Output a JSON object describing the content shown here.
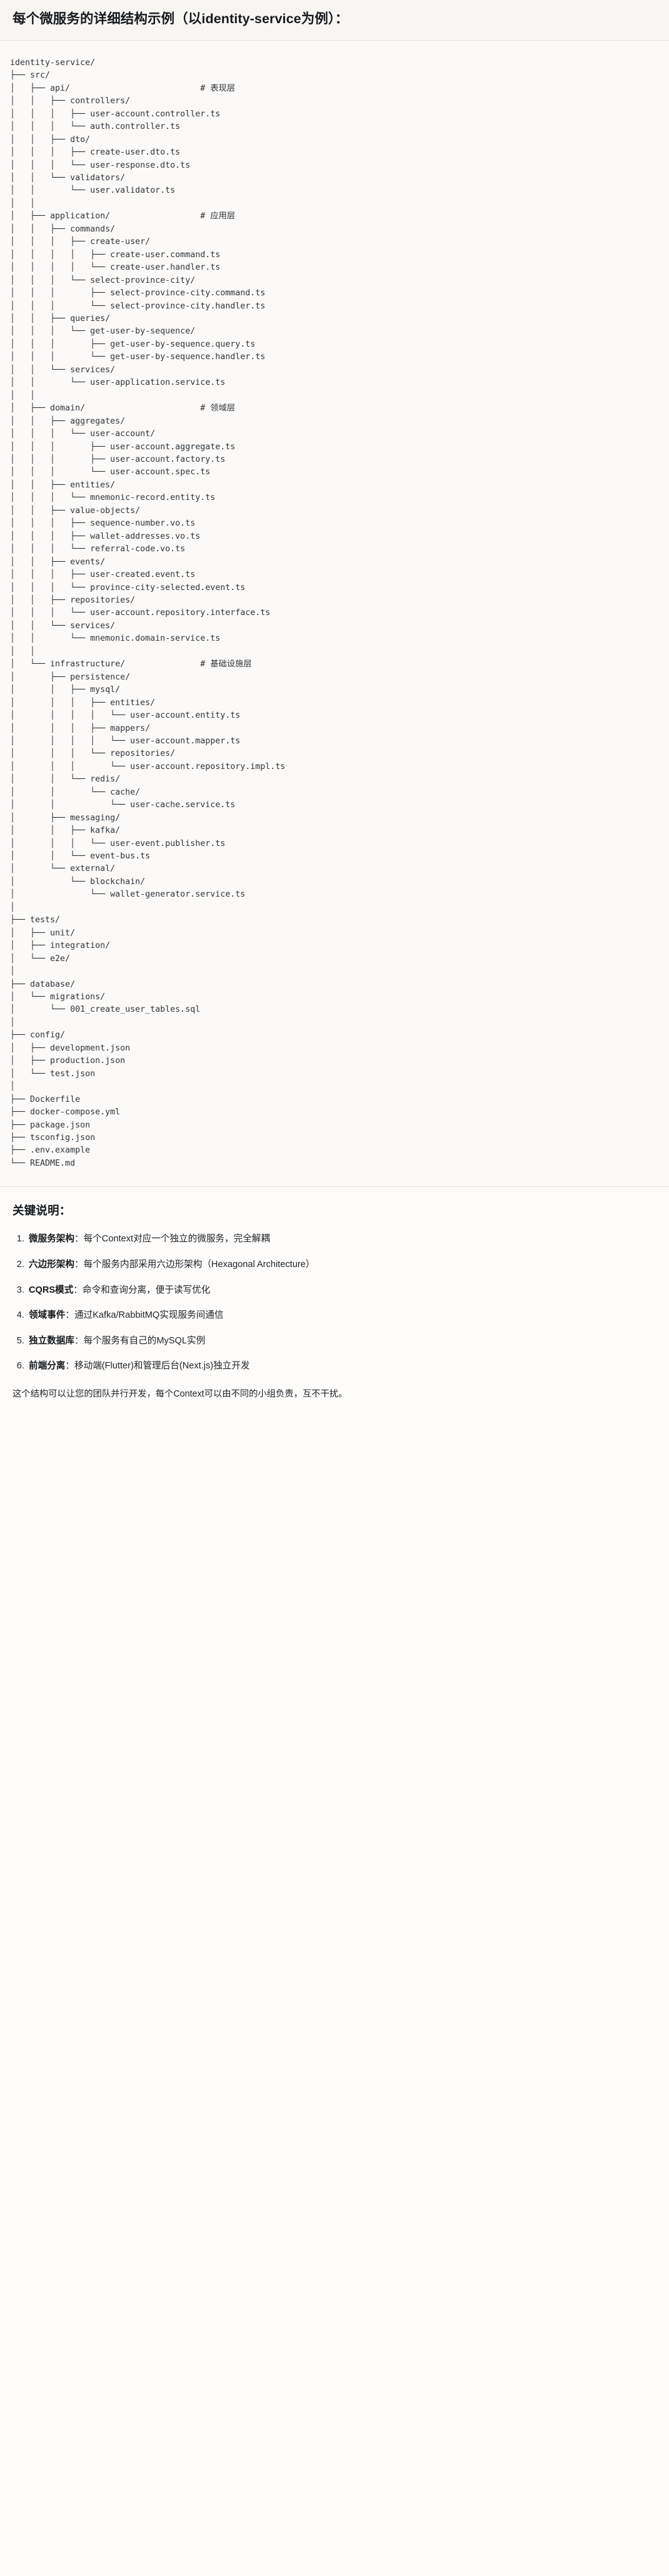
{
  "header": {
    "title": "每个微服务的详细结构示例（以identity-service为例）："
  },
  "tree": {
    "root": "identity-service/",
    "text": "identity-service/\n├── src/\n│   ├── api/                          # 表现层\n│   │   ├── controllers/\n│   │   │   ├── user-account.controller.ts\n│   │   │   └── auth.controller.ts\n│   │   ├── dto/\n│   │   │   ├── create-user.dto.ts\n│   │   │   └── user-response.dto.ts\n│   │   └── validators/\n│   │       └── user.validator.ts\n│   │\n│   ├── application/                  # 应用层\n│   │   ├── commands/\n│   │   │   ├── create-user/\n│   │   │   │   ├── create-user.command.ts\n│   │   │   │   └── create-user.handler.ts\n│   │   │   └── select-province-city/\n│   │   │       ├── select-province-city.command.ts\n│   │   │       └── select-province-city.handler.ts\n│   │   ├── queries/\n│   │   │   └── get-user-by-sequence/\n│   │   │       ├── get-user-by-sequence.query.ts\n│   │   │       └── get-user-by-sequence.handler.ts\n│   │   └── services/\n│   │       └── user-application.service.ts\n│   │\n│   ├── domain/                       # 领域层\n│   │   ├── aggregates/\n│   │   │   └── user-account/\n│   │   │       ├── user-account.aggregate.ts\n│   │   │       ├── user-account.factory.ts\n│   │   │       └── user-account.spec.ts\n│   │   ├── entities/\n│   │   │   └── mnemonic-record.entity.ts\n│   │   ├── value-objects/\n│   │   │   ├── sequence-number.vo.ts\n│   │   │   ├── wallet-addresses.vo.ts\n│   │   │   └── referral-code.vo.ts\n│   │   ├── events/\n│   │   │   ├── user-created.event.ts\n│   │   │   └── province-city-selected.event.ts\n│   │   ├── repositories/\n│   │   │   └── user-account.repository.interface.ts\n│   │   └── services/\n│   │       └── mnemonic.domain-service.ts\n│   │\n│   └── infrastructure/               # 基础设施层\n│       ├── persistence/\n│       │   ├── mysql/\n│       │   │   ├── entities/\n│       │   │   │   └── user-account.entity.ts\n│       │   │   ├── mappers/\n│       │   │   │   └── user-account.mapper.ts\n│       │   │   └── repositories/\n│       │   │       └── user-account.repository.impl.ts\n│       │   └── redis/\n│       │       └── cache/\n│       │           └── user-cache.service.ts\n│       ├── messaging/\n│       │   ├── kafka/\n│       │   │   └── user-event.publisher.ts\n│       │   └── event-bus.ts\n│       └── external/\n│           └── blockchain/\n│               └── wallet-generator.service.ts\n│\n├── tests/\n│   ├── unit/\n│   ├── integration/\n│   └── e2e/\n│\n├── database/\n│   └── migrations/\n│       └── 001_create_user_tables.sql\n│\n├── config/\n│   ├── development.json\n│   ├── production.json\n│   └── test.json\n│\n├── Dockerfile\n├── docker-compose.yml\n├── package.json\n├── tsconfig.json\n├── .env.example\n└── README.md",
    "layer_comments": [
      {
        "path": "api/",
        "comment": "# 表现层"
      },
      {
        "path": "application/",
        "comment": "# 应用层"
      },
      {
        "path": "domain/",
        "comment": "# 领域层"
      },
      {
        "path": "infrastructure/",
        "comment": "# 基础设施层"
      }
    ],
    "entries": [
      "identity-service/",
      "src/",
      "api/",
      "controllers/",
      "user-account.controller.ts",
      "auth.controller.ts",
      "dto/",
      "create-user.dto.ts",
      "user-response.dto.ts",
      "validators/",
      "user.validator.ts",
      "application/",
      "commands/",
      "create-user/",
      "create-user.command.ts",
      "create-user.handler.ts",
      "select-province-city/",
      "select-province-city.command.ts",
      "select-province-city.handler.ts",
      "queries/",
      "get-user-by-sequence/",
      "get-user-by-sequence.query.ts",
      "get-user-by-sequence.handler.ts",
      "services/",
      "user-application.service.ts",
      "domain/",
      "aggregates/",
      "user-account/",
      "user-account.aggregate.ts",
      "user-account.factory.ts",
      "user-account.spec.ts",
      "entities/",
      "mnemonic-record.entity.ts",
      "value-objects/",
      "sequence-number.vo.ts",
      "wallet-addresses.vo.ts",
      "referral-code.vo.ts",
      "events/",
      "user-created.event.ts",
      "province-city-selected.event.ts",
      "repositories/",
      "user-account.repository.interface.ts",
      "services/",
      "mnemonic.domain-service.ts",
      "infrastructure/",
      "persistence/",
      "mysql/",
      "entities/",
      "user-account.entity.ts",
      "mappers/",
      "user-account.mapper.ts",
      "repositories/",
      "user-account.repository.impl.ts",
      "redis/",
      "cache/",
      "user-cache.service.ts",
      "messaging/",
      "kafka/",
      "user-event.publisher.ts",
      "event-bus.ts",
      "external/",
      "blockchain/",
      "wallet-generator.service.ts",
      "tests/",
      "unit/",
      "integration/",
      "e2e/",
      "database/",
      "migrations/",
      "001_create_user_tables.sql",
      "config/",
      "development.json",
      "production.json",
      "test.json",
      "Dockerfile",
      "docker-compose.yml",
      "package.json",
      "tsconfig.json",
      ".env.example",
      "README.md"
    ]
  },
  "notes": {
    "heading": "关键说明：",
    "items": [
      {
        "term": "微服务架构",
        "sep": "：",
        "desc": "每个Context对应一个独立的微服务，完全解耦"
      },
      {
        "term": "六边形架构",
        "sep": "：",
        "desc": "每个服务内部采用六边形架构（Hexagonal Architecture）"
      },
      {
        "term": "CQRS模式",
        "sep": "：",
        "desc": "命令和查询分离，便于读写优化"
      },
      {
        "term": "领域事件",
        "sep": "：",
        "desc": "通过Kafka/RabbitMQ实现服务间通信"
      },
      {
        "term": "独立数据库",
        "sep": "：",
        "desc": "每个服务有自己的MySQL实例"
      },
      {
        "term": "前端分离",
        "sep": "：",
        "desc": "移动端(Flutter)和管理后台(Next.js)独立开发"
      }
    ],
    "closing": "这个结构可以让您的团队并行开发，每个Context可以由不同的小组负责，互不干扰。"
  }
}
